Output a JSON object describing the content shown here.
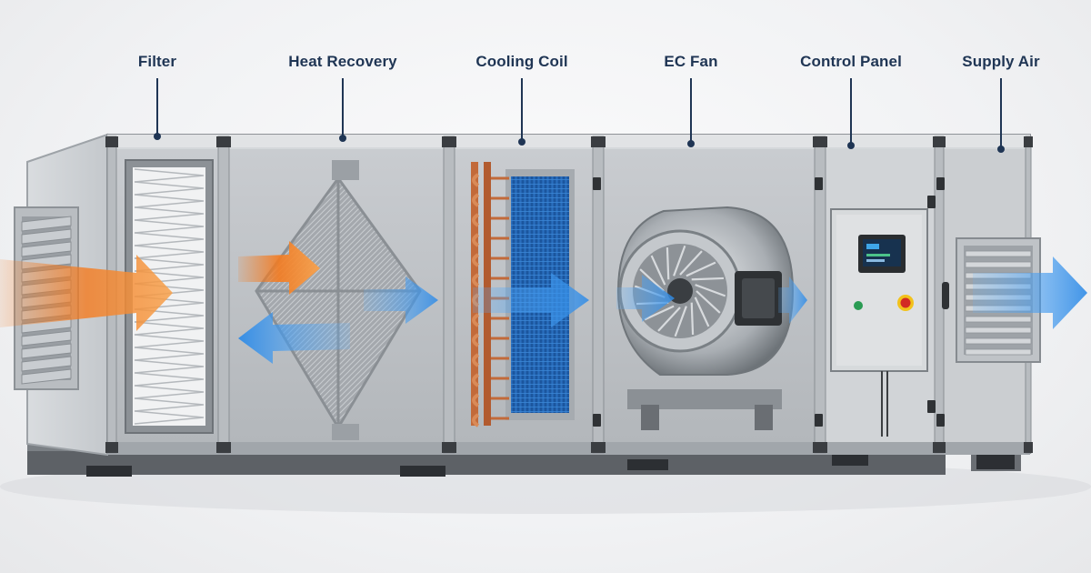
{
  "callouts": [
    {
      "id": "filter",
      "label": "Filter"
    },
    {
      "id": "heat-recovery",
      "label": "Heat Recovery"
    },
    {
      "id": "cooling-coil",
      "label": "Cooling Coil"
    },
    {
      "id": "ec-fan",
      "label": "EC Fan"
    },
    {
      "id": "control-panel",
      "label": "Control Panel"
    },
    {
      "id": "supply-air",
      "label": "Supply Air"
    }
  ],
  "colors": {
    "label_text": "#1f3554",
    "leader_line": "#1f3554",
    "warm_airflow": "#f47b20",
    "cool_airflow": "#2f8be6",
    "frame": "#a9adb2",
    "panel": "#cfd2d5",
    "copper": "#c26a3a",
    "coil_blue": "#1c5fae"
  },
  "icons": [
    "intake-louver-icon",
    "pleated-filter-icon",
    "heat-exchanger-icon",
    "cooling-coil-icon",
    "centrifugal-fan-icon",
    "control-display-icon",
    "emergency-stop-icon",
    "outlet-louver-icon"
  ]
}
